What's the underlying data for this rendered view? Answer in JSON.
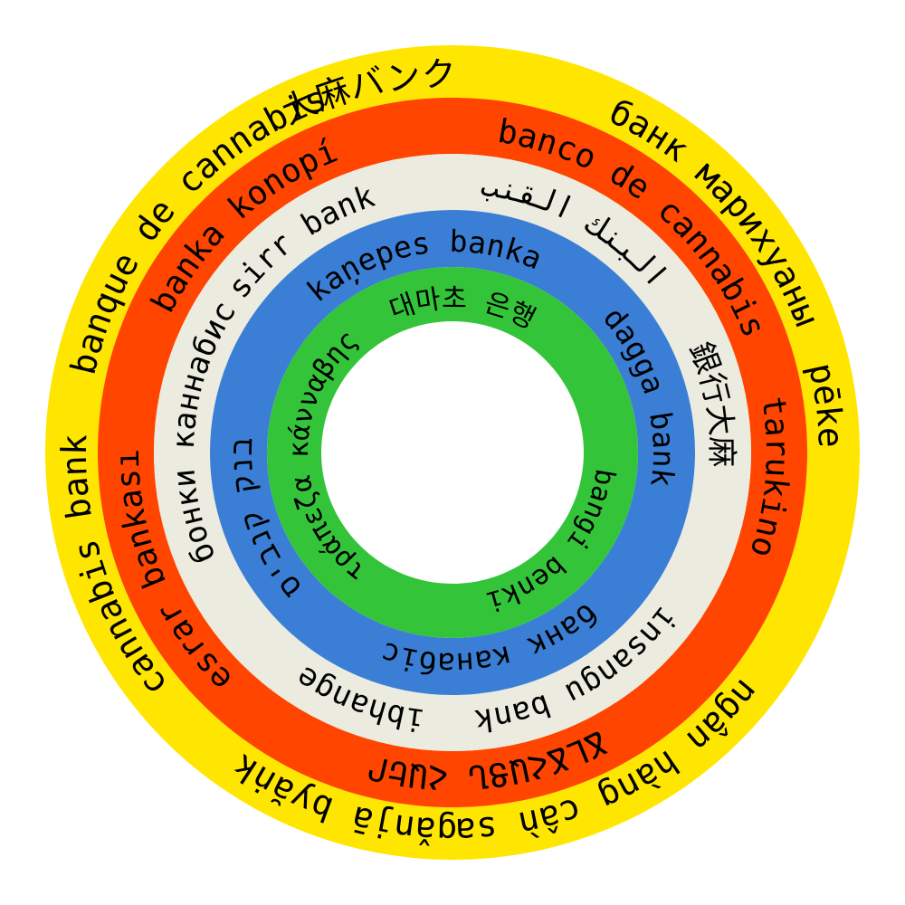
{
  "rings": [
    {
      "color": "#ffe600",
      "items": [
        "banque de cannabis",
        "大麻バンク",
        "банк марихуаны",
        "pēke",
        "ngân hàng cần sa",
        "gǎnjā byăṅk",
        "cannabis bank"
      ]
    },
    {
      "color": "#ff4500",
      "items": [
        "banka konopí",
        "banco de cannabis",
        "tarukino",
        "ՃԼՃՀԱՑՆ ՀԱԵՐ",
        "esrar bankası"
      ]
    },
    {
      "color": "#ebebdf",
      "items": [
        "sirr bank",
        "البنك القنب",
        "銀行大麻",
        "insangu bank",
        "ibhange",
        "бонки каннабис"
      ]
    },
    {
      "color": "#3a7fd5",
      "items": [
        "kaņepes banka",
        "dagga bank",
        "банк канабіс",
        "בנק קנביס"
      ]
    },
    {
      "color": "#33c43a",
      "items": [
        "대마초 은행",
        "bangi benki",
        "τράπεζα κάνναβης"
      ]
    }
  ]
}
